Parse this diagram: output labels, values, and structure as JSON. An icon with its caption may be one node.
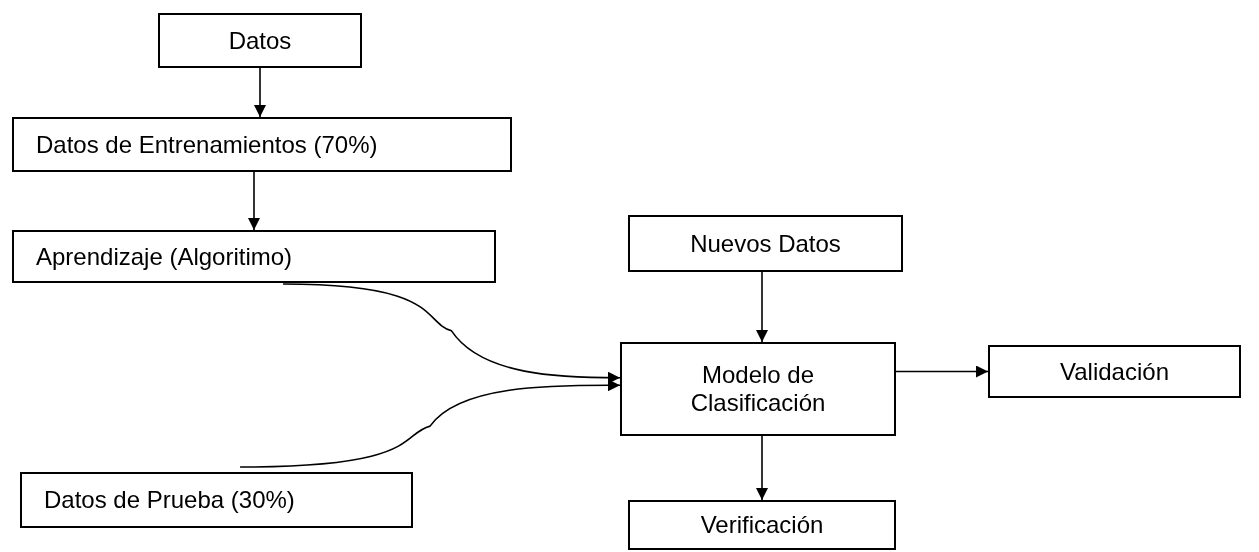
{
  "diagram": {
    "nodes": [
      {
        "text": [
          "Datos"
        ]
      },
      {
        "text": [
          "Datos de Entrenamientos (70%)"
        ]
      },
      {
        "text": [
          "Aprendizaje (Algoritimo)"
        ]
      },
      {
        "text": [
          "Nuevos Datos"
        ]
      },
      {
        "text": [
          "Modelo de Clasificación"
        ]
      },
      {
        "text": [
          "Validación"
        ]
      },
      {
        "text": [
          "Datos de Prueba (30%)"
        ]
      },
      {
        "text": [
          "Verificación"
        ]
      }
    ],
    "edges": [
      {
        "from": 0,
        "to": 1,
        "arrow": "to"
      },
      {
        "from": 1,
        "to": 2,
        "arrow": "to"
      },
      {
        "from": 2,
        "to": 4,
        "arrow": "to"
      },
      {
        "from": 6,
        "to": 4,
        "arrow": "to"
      },
      {
        "from": 3,
        "to": 4,
        "arrow": "to"
      },
      {
        "from": 4,
        "to": 5,
        "arrow": "to"
      },
      {
        "from": 4,
        "to": 7,
        "arrow": "to"
      }
    ]
  }
}
